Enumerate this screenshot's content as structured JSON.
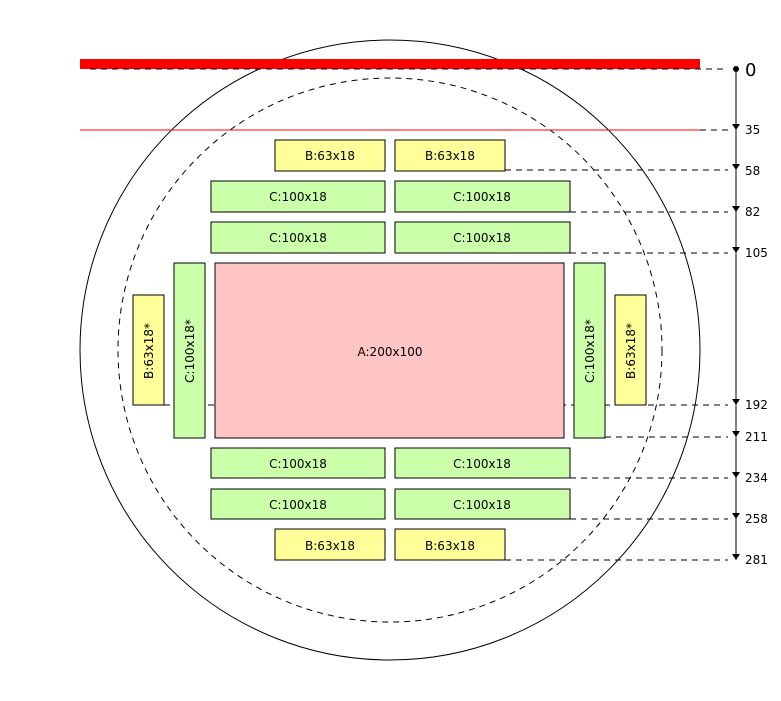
{
  "dies": [
    {
      "id": "B1",
      "label": "B:63x18",
      "color": "#ffff99"
    },
    {
      "id": "B2",
      "label": "B:63x18",
      "color": "#ffff99"
    },
    {
      "id": "C1",
      "label": "C:100x18",
      "color": "#ccffaa"
    },
    {
      "id": "C2",
      "label": "C:100x18",
      "color": "#ccffaa"
    },
    {
      "id": "C3",
      "label": "C:100x18",
      "color": "#ccffaa"
    },
    {
      "id": "C4",
      "label": "C:100x18",
      "color": "#ccffaa"
    },
    {
      "id": "C5",
      "label": "C:100x18*",
      "color": "#ccffaa"
    },
    {
      "id": "B3",
      "label": "B:63x18*",
      "color": "#ffff99"
    },
    {
      "id": "A",
      "label": "A:200x100",
      "color": "#ffc4c4"
    },
    {
      "id": "C6",
      "label": "C:100x18*",
      "color": "#ccffaa"
    },
    {
      "id": "B4",
      "label": "B:63x18*",
      "color": "#ffff99"
    },
    {
      "id": "C7",
      "label": "C:100x18",
      "color": "#ccffaa"
    },
    {
      "id": "C8",
      "label": "C:100x18",
      "color": "#ccffaa"
    },
    {
      "id": "C9",
      "label": "C:100x18",
      "color": "#ccffaa"
    },
    {
      "id": "C10",
      "label": "C:100x18",
      "color": "#ccffaa"
    },
    {
      "id": "B5",
      "label": "B:63x18",
      "color": "#ffff99"
    },
    {
      "id": "B6",
      "label": "B:63x18",
      "color": "#ffff99"
    }
  ],
  "scale": {
    "zero_label": "0",
    "ticks": [
      "35",
      "58",
      "82",
      "105",
      "192",
      "211",
      "234",
      "258",
      "281"
    ]
  },
  "colors": {
    "flat_edge": "#ff0000",
    "exclusion_line": "#ff0000",
    "outline": "#000000"
  }
}
